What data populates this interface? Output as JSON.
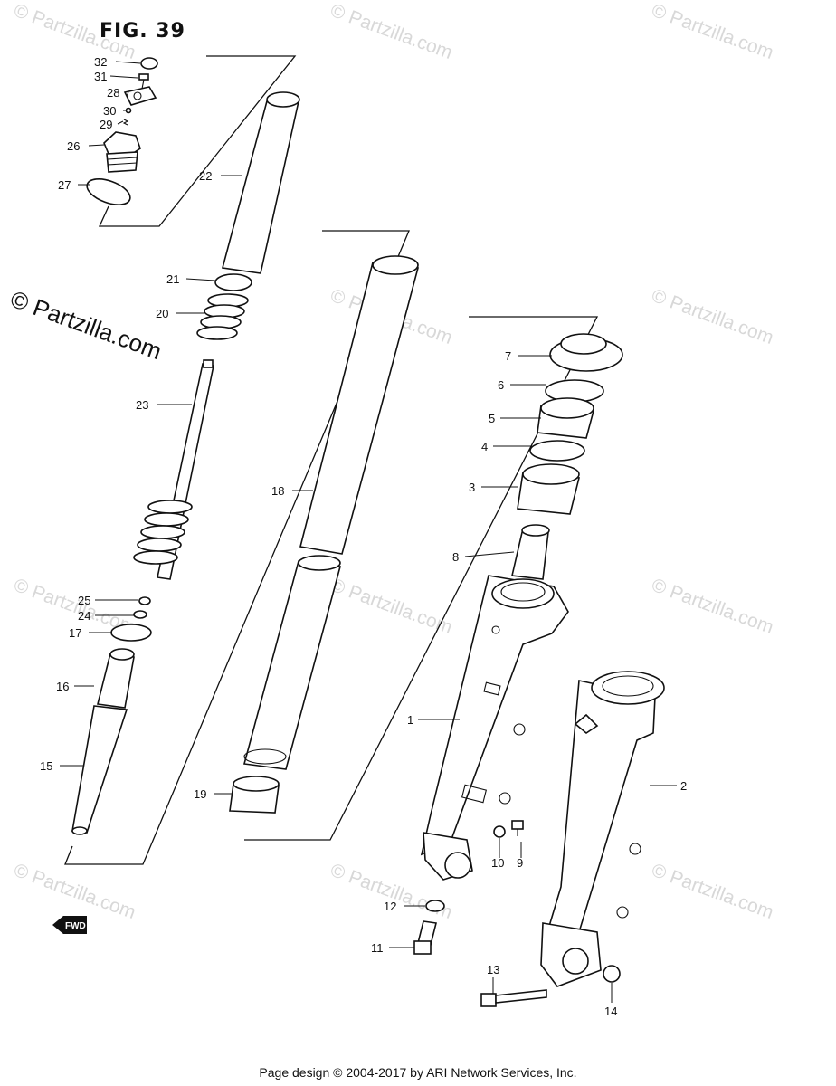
{
  "figure_title": "FIG. 39",
  "watermark_main": "© Partzilla.com",
  "watermark_repeat": "© Partzilla.com",
  "footer": "Page design © 2004-2017 by ARI Network Services, Inc.",
  "fwd_label": "FWD",
  "callouts": [
    {
      "id": "1",
      "label": "1"
    },
    {
      "id": "2",
      "label": "2"
    },
    {
      "id": "3",
      "label": "3"
    },
    {
      "id": "4",
      "label": "4"
    },
    {
      "id": "5",
      "label": "5"
    },
    {
      "id": "6",
      "label": "6"
    },
    {
      "id": "7",
      "label": "7"
    },
    {
      "id": "8",
      "label": "8"
    },
    {
      "id": "9",
      "label": "9"
    },
    {
      "id": "10",
      "label": "10"
    },
    {
      "id": "11",
      "label": "11"
    },
    {
      "id": "12",
      "label": "12"
    },
    {
      "id": "13",
      "label": "13"
    },
    {
      "id": "14",
      "label": "14"
    },
    {
      "id": "15",
      "label": "15"
    },
    {
      "id": "16",
      "label": "16"
    },
    {
      "id": "17",
      "label": "17"
    },
    {
      "id": "18",
      "label": "18"
    },
    {
      "id": "19",
      "label": "19"
    },
    {
      "id": "20",
      "label": "20"
    },
    {
      "id": "21",
      "label": "21"
    },
    {
      "id": "22",
      "label": "22"
    },
    {
      "id": "23",
      "label": "23"
    },
    {
      "id": "24",
      "label": "24"
    },
    {
      "id": "25",
      "label": "25"
    },
    {
      "id": "26",
      "label": "26"
    },
    {
      "id": "27",
      "label": "27"
    },
    {
      "id": "28",
      "label": "28"
    },
    {
      "id": "29",
      "label": "29"
    },
    {
      "id": "30",
      "label": "30"
    },
    {
      "id": "31",
      "label": "31"
    },
    {
      "id": "32",
      "label": "32"
    }
  ]
}
